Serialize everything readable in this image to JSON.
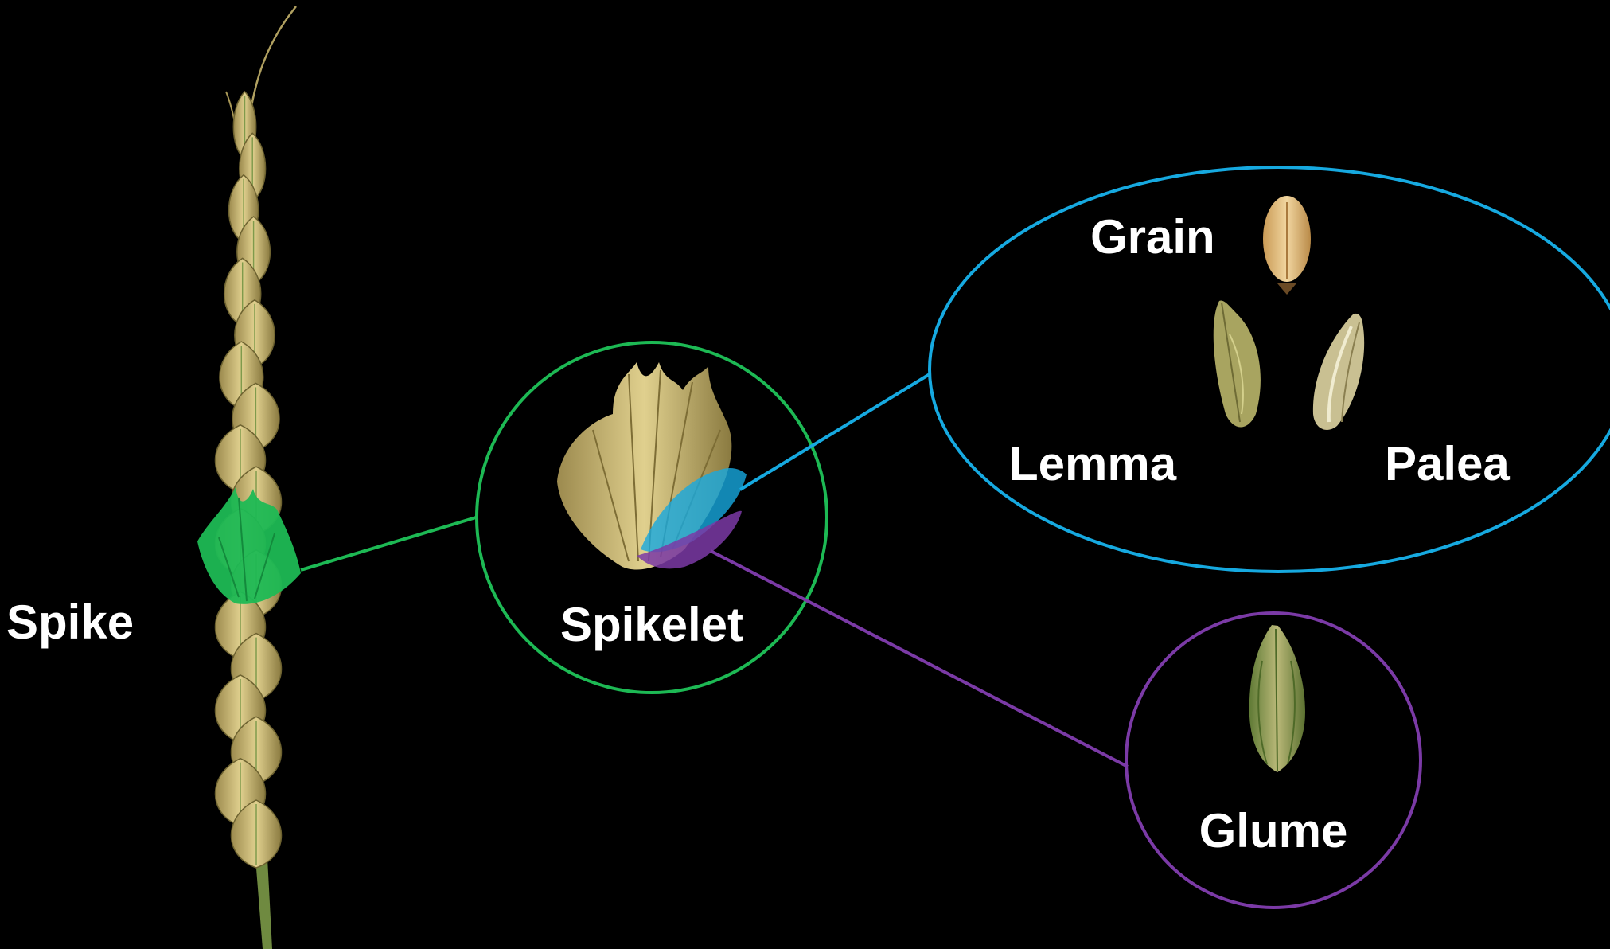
{
  "labels": {
    "spike": "Spike",
    "spikelet": "Spikelet",
    "grain": "Grain",
    "lemma": "Lemma",
    "palea": "Palea",
    "glume": "Glume"
  },
  "colors": {
    "background": "#000000",
    "text": "#ffffff",
    "spikelet_highlight": "#1db954",
    "lemma_palea_highlight": "#16a9e0",
    "glume_highlight": "#7b3aa6",
    "wheat_straw": "#cdb776",
    "wheat_green": "#7f9a4c"
  }
}
